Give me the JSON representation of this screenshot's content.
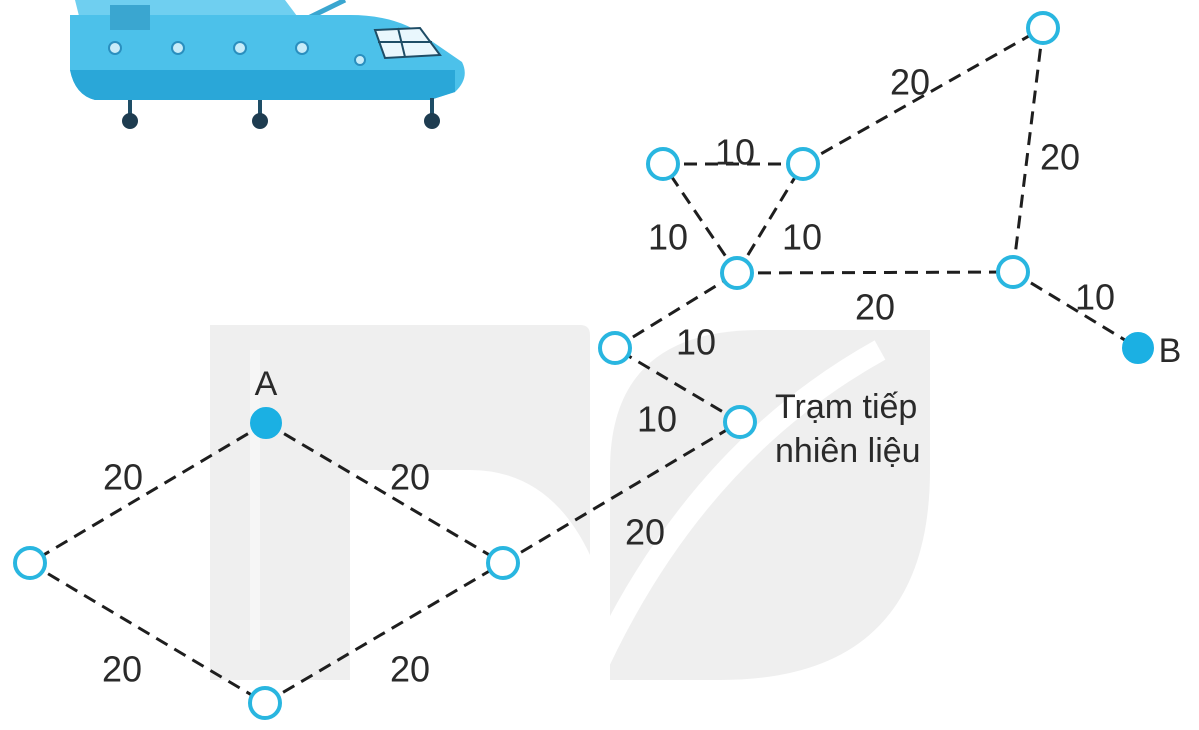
{
  "graph": {
    "nodes": [
      {
        "id": "A",
        "label": "A",
        "filled": true
      },
      {
        "id": "B",
        "label": "B",
        "filled": true
      },
      {
        "id": "n_left",
        "label": "",
        "filled": false
      },
      {
        "id": "n_bottom",
        "label": "",
        "filled": false
      },
      {
        "id": "n_center",
        "label": "",
        "filled": false
      },
      {
        "id": "fuel",
        "label": "",
        "filled": false
      },
      {
        "id": "n_mid_left",
        "label": "",
        "filled": false
      },
      {
        "id": "n_hub",
        "label": "",
        "filled": false
      },
      {
        "id": "n_tri_left",
        "label": "",
        "filled": false
      },
      {
        "id": "n_tri_right",
        "label": "",
        "filled": false
      },
      {
        "id": "n_top_right",
        "label": "",
        "filled": false
      },
      {
        "id": "n_right",
        "label": "",
        "filled": false
      }
    ],
    "edges": [
      {
        "from": "A",
        "to": "n_left",
        "weight": "20"
      },
      {
        "from": "A",
        "to": "n_center",
        "weight": "20"
      },
      {
        "from": "n_left",
        "to": "n_bottom",
        "weight": "20"
      },
      {
        "from": "n_bottom",
        "to": "n_center",
        "weight": "20"
      },
      {
        "from": "n_center",
        "to": "fuel",
        "weight": "20"
      },
      {
        "from": "fuel",
        "to": "n_mid_left",
        "weight": "10"
      },
      {
        "from": "n_mid_left",
        "to": "n_hub",
        "weight": "10"
      },
      {
        "from": "n_hub",
        "to": "n_tri_left",
        "weight": "10"
      },
      {
        "from": "n_hub",
        "to": "n_tri_right",
        "weight": "10"
      },
      {
        "from": "n_tri_left",
        "to": "n_tri_right",
        "weight": "10"
      },
      {
        "from": "n_tri_right",
        "to": "n_top_right",
        "weight": "20"
      },
      {
        "from": "n_top_right",
        "to": "n_right",
        "weight": "20"
      },
      {
        "from": "n_hub",
        "to": "n_right",
        "weight": "20"
      },
      {
        "from": "n_right",
        "to": "B",
        "weight": "10"
      }
    ]
  },
  "fuel_station_label": {
    "line1": "Trạm tiếp",
    "line2": "nhiên liệu"
  },
  "colors": {
    "node_stroke": "#29b6e0",
    "node_fill": "#1bb0e3",
    "edge": "#1e1e1e",
    "helicopter_body": "#4cc1ea",
    "watermark": "#efefef"
  },
  "icons": {
    "helicopter": "helicopter-illustration",
    "watermark": "publisher-logo-watermark"
  }
}
